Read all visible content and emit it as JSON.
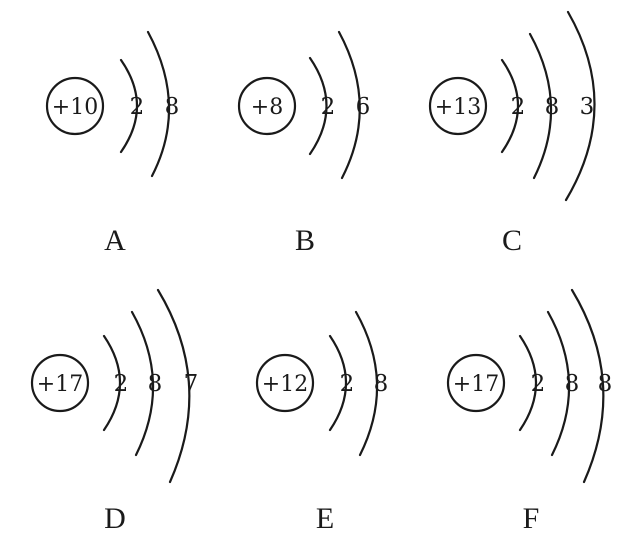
{
  "atoms": [
    {
      "label": "A",
      "nucleus_charge": "+10",
      "electrons": [
        "2",
        "8"
      ]
    },
    {
      "label": "B",
      "nucleus_charge": "+8",
      "electrons": [
        "2",
        "6"
      ]
    },
    {
      "label": "C",
      "nucleus_charge": "+13",
      "electrons": [
        "2",
        "8",
        "3"
      ]
    },
    {
      "label": "D",
      "nucleus_charge": "+17",
      "electrons": [
        "2",
        "8",
        "7"
      ]
    },
    {
      "label": "E",
      "nucleus_charge": "+12",
      "electrons": [
        "2",
        "8"
      ]
    },
    {
      "label": "F",
      "nucleus_charge": "+17",
      "electrons": [
        "2",
        "8",
        "8"
      ]
    }
  ],
  "colors": {
    "ink": "#1a1a1a",
    "background": "#ffffff"
  }
}
